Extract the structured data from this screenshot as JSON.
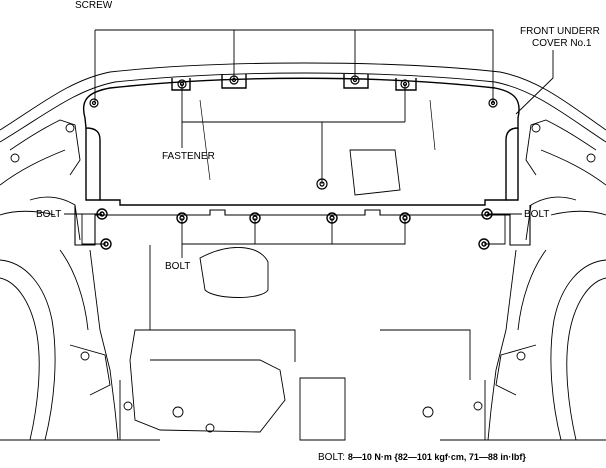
{
  "labels": {
    "screw": "SCREW",
    "front_cover_line1": "FRONT UNDERR",
    "front_cover_line2": "COVER No.1",
    "fastener": "FASTENER",
    "bolt_left": "BOLT",
    "bolt_right": "BOLT",
    "bolt_center": "BOLT"
  },
  "torque_spec": {
    "prefix": "BOLT: ",
    "value": "8—10 N·m {82—101 kgf·cm, 71—88 in·lbf}"
  },
  "colors": {
    "line": "#000000",
    "background": "#ffffff"
  }
}
